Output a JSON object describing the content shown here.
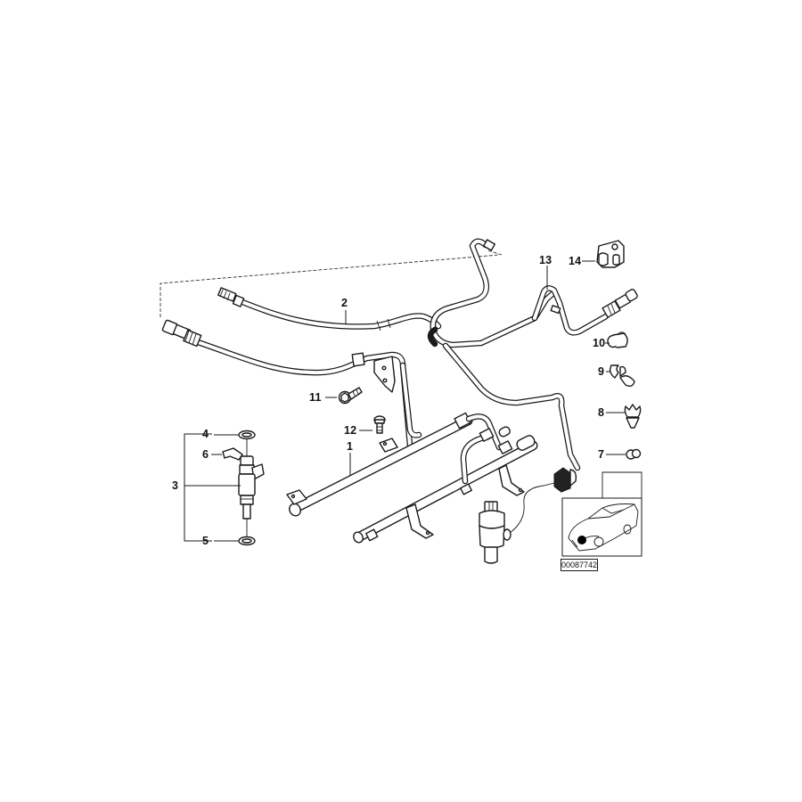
{
  "diagram": {
    "type": "exploded-parts-diagram",
    "subject": "Fuel injection rail, fuel lines and injectors",
    "background_color": "#ffffff",
    "line_color": "#1a1a1a",
    "reference_number": "00087742"
  },
  "callouts": [
    {
      "id": "1",
      "label": "1",
      "part": "fuel-rail"
    },
    {
      "id": "2",
      "label": "2",
      "part": "fuel-feed-hose"
    },
    {
      "id": "3",
      "label": "3",
      "part": "fuel-injector"
    },
    {
      "id": "4",
      "label": "4",
      "part": "o-ring-upper"
    },
    {
      "id": "5",
      "label": "5",
      "part": "o-ring-lower"
    },
    {
      "id": "6",
      "label": "6",
      "part": "injector-retaining-clip"
    },
    {
      "id": "7",
      "label": "7",
      "part": "pipe-clip-small"
    },
    {
      "id": "8",
      "label": "8",
      "part": "pipe-clip-with-expanding-rivet"
    },
    {
      "id": "9",
      "label": "9",
      "part": "double-pipe-clip"
    },
    {
      "id": "10",
      "label": "10",
      "part": "pipe-clip"
    },
    {
      "id": "11",
      "label": "11",
      "part": "hex-bolt"
    },
    {
      "id": "12",
      "label": "12",
      "part": "hex-bolt-small"
    },
    {
      "id": "13",
      "label": "13",
      "part": "fuel-return-line"
    },
    {
      "id": "14",
      "label": "14",
      "part": "line-holder"
    }
  ],
  "inset": {
    "description": "Vehicle location thumbnail with marker on engine bay",
    "marker_color": "#000000",
    "reference_label": "00087742"
  }
}
